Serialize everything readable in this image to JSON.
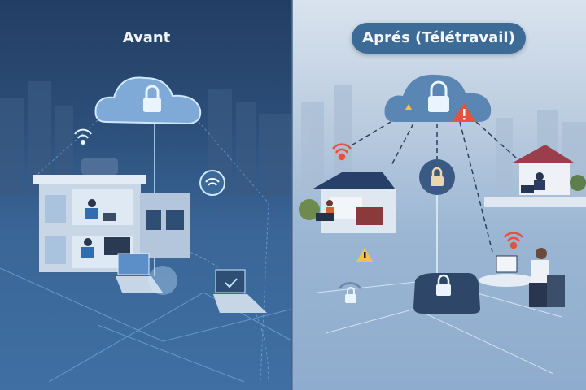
{
  "left_panel": {
    "title": "Avant",
    "scene": "office-network",
    "elements": [
      "city-skyline",
      "cloud-lock",
      "office-building",
      "wifi-router",
      "employee-desk",
      "employee-monitor",
      "laptop-secure",
      "laptop-check",
      "network-grid"
    ]
  },
  "right_panel": {
    "title": "Aprés (Télétravail)",
    "scene": "remote-work-network",
    "elements": [
      "city-skyline",
      "cloud-lock-warnings",
      "home-office-left",
      "home-office-right",
      "cafe-worker",
      "home-router-lock",
      "wifi-warning",
      "alert-triangle",
      "lock-badge"
    ]
  },
  "colors": {
    "left_bg": "#2b4d78",
    "right_bg": "#bccde0",
    "glow": "#9fd4ff",
    "warning_yellow": "#f2c14e",
    "alert_red": "#e5533d",
    "title_pill": "#3d6b98"
  }
}
